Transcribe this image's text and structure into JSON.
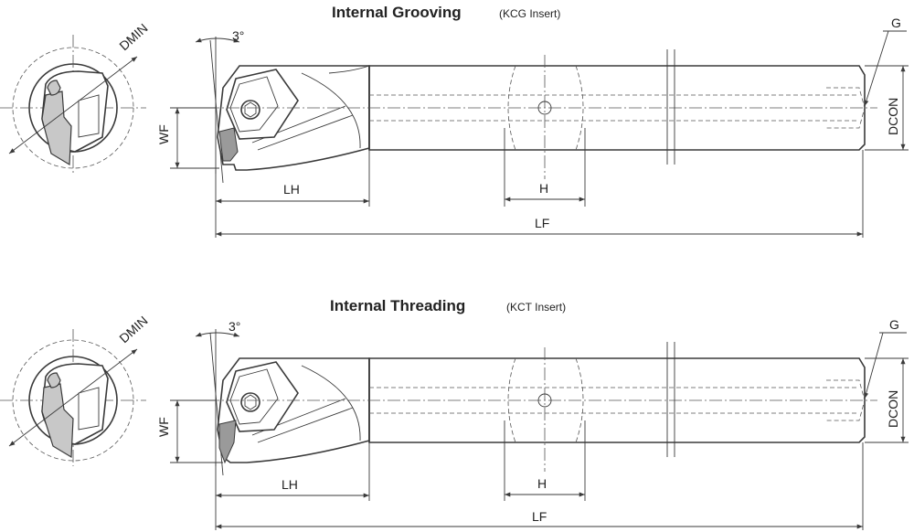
{
  "sections": [
    {
      "title": "Internal Grooving",
      "subtitle": "(KCG Insert)",
      "labels": {
        "angle": "3°",
        "dmin": "DMIN",
        "wf": "WF",
        "lh": "LH",
        "h": "H",
        "lf": "LF",
        "g": "G",
        "dcon": "DCON"
      }
    },
    {
      "title": "Internal Threading",
      "subtitle": "(KCT Insert)",
      "labels": {
        "angle": "3°",
        "dmin": "DMIN",
        "wf": "WF",
        "lh": "LH",
        "h": "H",
        "lf": "LF",
        "g": "G",
        "dcon": "DCON"
      }
    }
  ]
}
